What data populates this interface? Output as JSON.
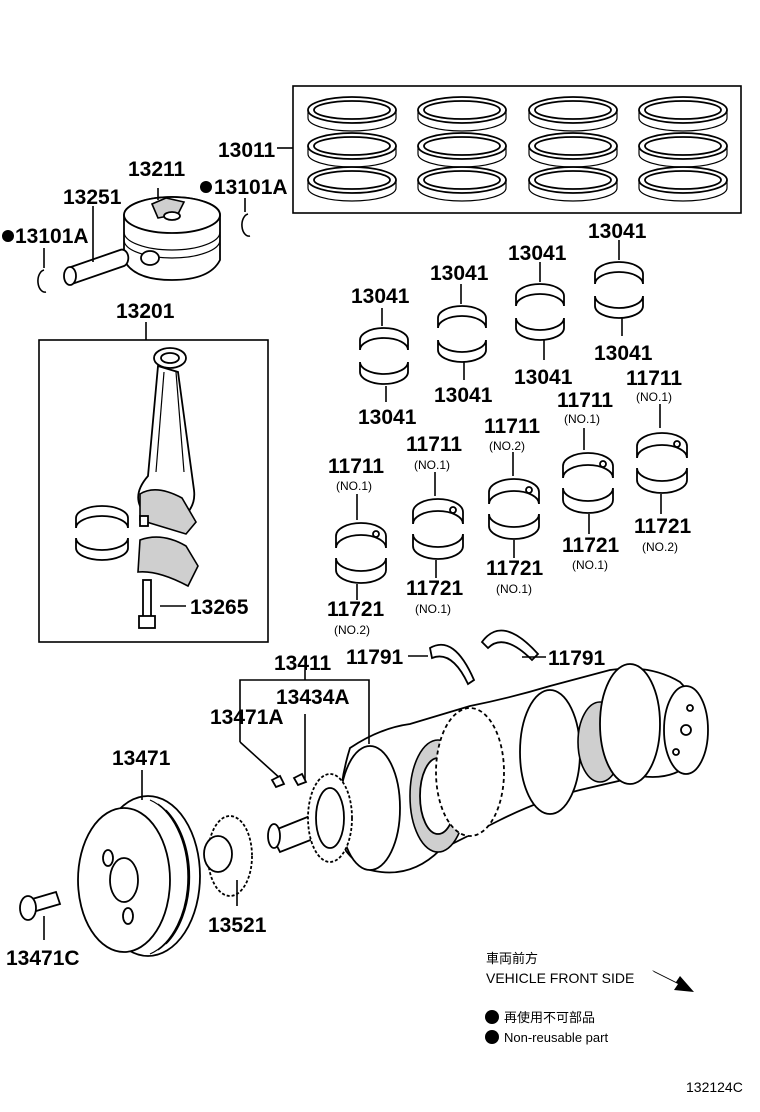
{
  "labels": {
    "piston_ring_set": "13011",
    "piston": "13211",
    "piston_pin": "13251",
    "snap_ring_right": "13101A",
    "snap_ring_left": "13101A",
    "connecting_rod_assy": "13201",
    "rod_bolt": "13265",
    "rod_bearing_1": "13041",
    "rod_bearing_2": "13041",
    "rod_bearing_3": "13041",
    "rod_bearing_4": "13041",
    "rod_bearing_5": "13041",
    "rod_bearing_6": "13041",
    "rod_bearing_7": "13041",
    "rod_bearing_8": "13041",
    "upper_bearing_1": "11711",
    "upper_bearing_1_note": "(NO.1)",
    "upper_bearing_2": "11711",
    "upper_bearing_2_note": "(NO.1)",
    "upper_bearing_3": "11711",
    "upper_bearing_3_note": "(NO.2)",
    "upper_bearing_4": "11711",
    "upper_bearing_4_note": "(NO.1)",
    "upper_bearing_5": "11711",
    "upper_bearing_5_note": "(NO.1)",
    "lower_bearing_1": "11721",
    "lower_bearing_1_note": "(NO.2)",
    "lower_bearing_2": "11721",
    "lower_bearing_2_note": "(NO.1)",
    "lower_bearing_3": "11721",
    "lower_bearing_3_note": "(NO.1)",
    "lower_bearing_4": "11721",
    "lower_bearing_4_note": "(NO.1)",
    "lower_bearing_5": "11721",
    "lower_bearing_5_note": "(NO.2)",
    "thrust_washer_left": "11791",
    "thrust_washer_right": "11791",
    "crankshaft": "13411",
    "crank_key": "13434A",
    "pulley_key": "13471A",
    "crank_pulley": "13471",
    "pulley_bolt": "13471C",
    "timing_sprocket": "13521"
  },
  "legend": {
    "front_jp": "車両前方",
    "front_en": "VEHICLE FRONT SIDE",
    "nonreusable_jp": "再使用不可部品",
    "nonreusable_en": "Non-reusable part"
  },
  "diagram_code": "132124C"
}
